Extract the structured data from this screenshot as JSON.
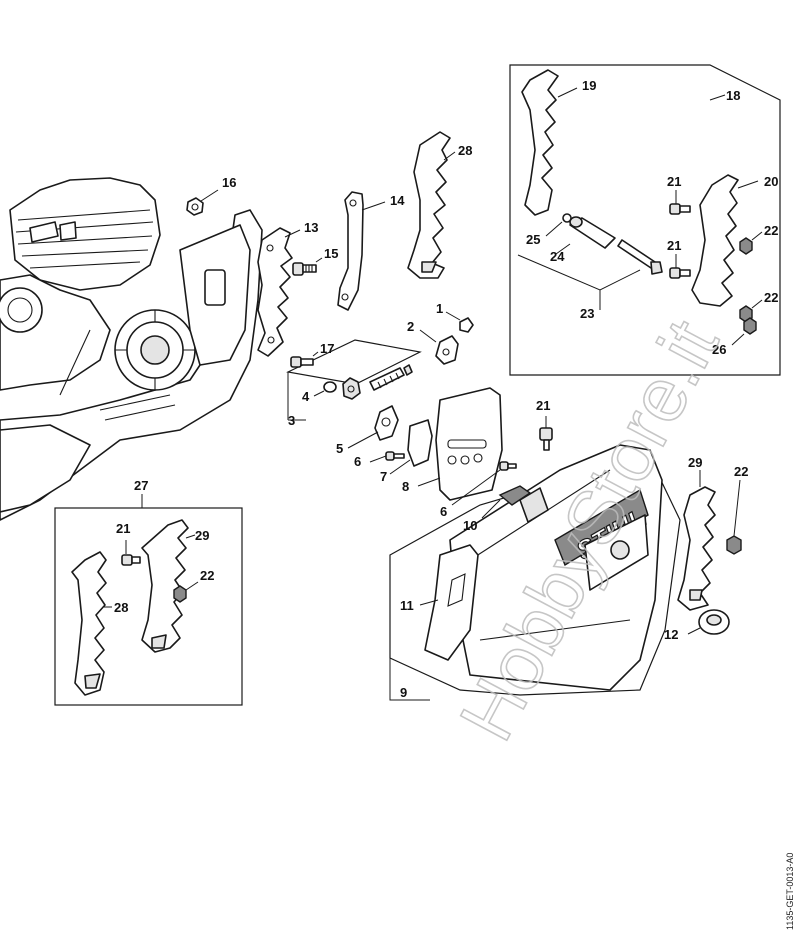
{
  "callouts": {
    "c1": "1",
    "c2": "2",
    "c3": "3",
    "c4": "4",
    "c5": "5",
    "c6a": "6",
    "c6b": "6",
    "c7": "7",
    "c8": "8",
    "c9": "9",
    "c10": "10",
    "c11": "11",
    "c12": "12",
    "c13": "13",
    "c14": "14",
    "c15": "15",
    "c16": "16",
    "c17": "17",
    "c18": "18",
    "c19": "19",
    "c20": "20",
    "c21a": "21",
    "c21b": "21",
    "c21c": "21",
    "c21d": "21",
    "c22a": "22",
    "c22b": "22",
    "c22c": "22",
    "c22d": "22",
    "c23": "23",
    "c24": "24",
    "c25": "25",
    "c26": "26",
    "c27": "27",
    "c28a": "28",
    "c28b": "28",
    "c29a": "29",
    "c29b": "29"
  },
  "brand_text": "STIHL",
  "watermark_text": "HobbyStore.it",
  "doc_reference": "1135-GET-0013-A0",
  "colors": {
    "line": "#1a1a1a",
    "background": "#ffffff",
    "watermark": "#bdbdbd"
  }
}
